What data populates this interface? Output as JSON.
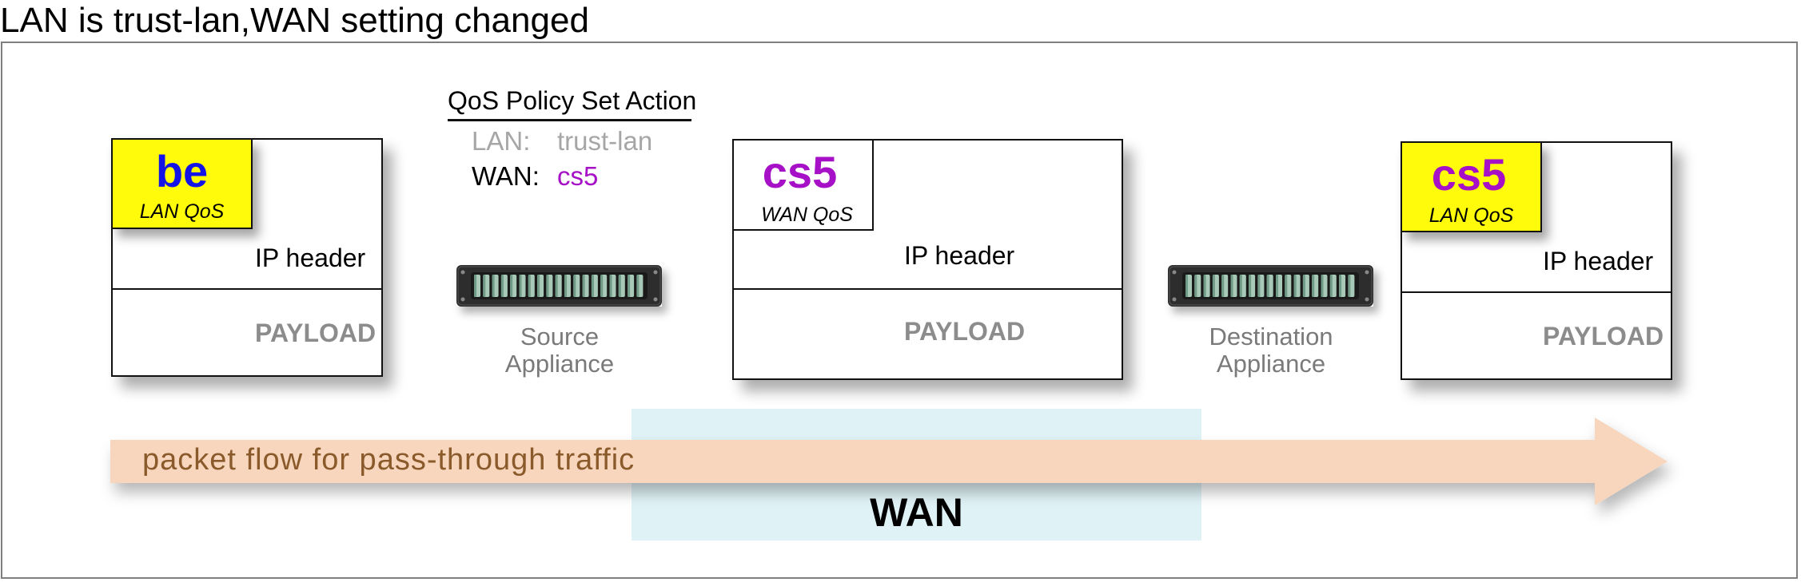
{
  "title": "LAN is trust-lan,WAN setting changed",
  "zone": {
    "label": "WAN"
  },
  "flow": {
    "label": "packet flow for pass-through traffic"
  },
  "packets": [
    {
      "qos_value": "be",
      "qos_caption": "LAN QoS",
      "header_label": "IP header",
      "payload_label": "PAYLOAD"
    },
    {
      "qos_value": "cs5",
      "qos_caption": "WAN QoS",
      "header_label": "IP header",
      "payload_label": "PAYLOAD"
    },
    {
      "qos_value": "cs5",
      "qos_caption": "LAN QoS",
      "header_label": "IP header",
      "payload_label": "PAYLOAD"
    }
  ],
  "policy": {
    "heading": "QoS Policy Set Action",
    "rows": [
      {
        "key": "LAN:",
        "value": "trust-lan"
      },
      {
        "key": "WAN:",
        "value": "cs5"
      }
    ]
  },
  "appliances": [
    {
      "line1": "Source",
      "line2": "Appliance"
    },
    {
      "line1": "Destination",
      "line2": "Appliance"
    }
  ],
  "colors": {
    "qos_be": "#1414e6",
    "qos_cs5": "#a611c7",
    "qos_highlight": "#fffb0a",
    "flow_arrow": "#f7d6bd",
    "flow_text": "#8a5a2b",
    "wan_zone": "#dff2f6",
    "muted_text": "#a6a6a6"
  }
}
